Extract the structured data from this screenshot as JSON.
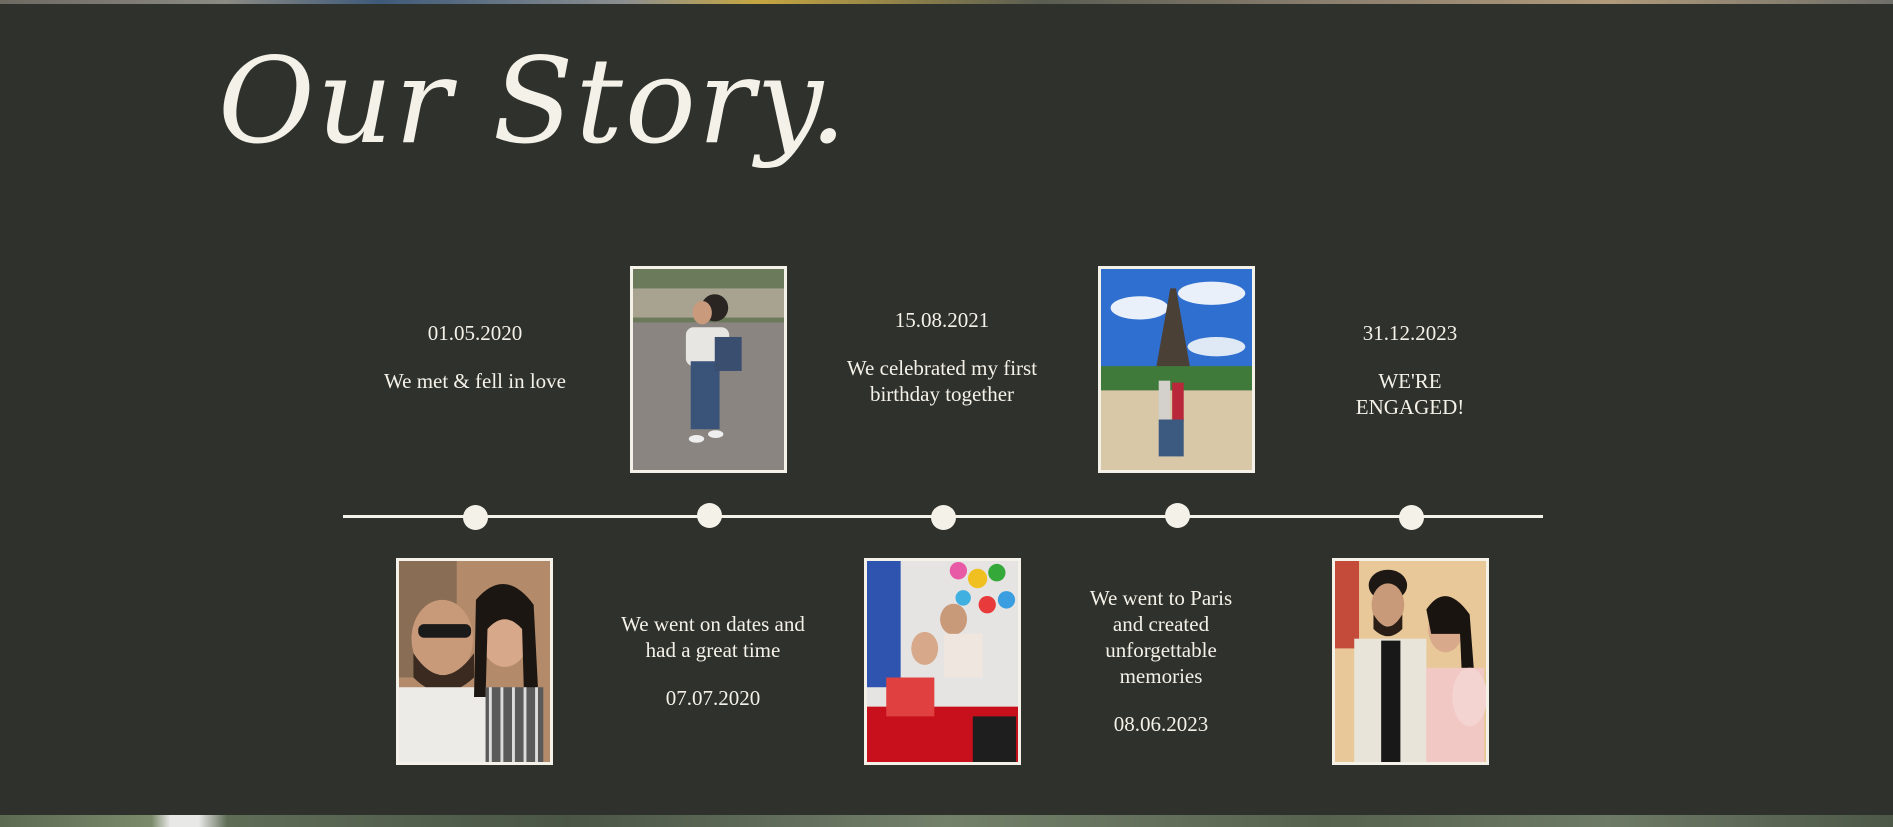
{
  "section_title": "Our Story....",
  "colors": {
    "background": "#2f312c",
    "foreground": "#f4f1e8"
  },
  "timeline": {
    "top_events": [
      {
        "date": "01.05.2020",
        "caption": "We met & fell in love"
      },
      {
        "date": "15.08.2021",
        "caption": "We celebrated my first birthday together"
      },
      {
        "date": "31.12.2023",
        "caption": "WE'RE ENGAGED!"
      }
    ],
    "bottom_events": [
      {
        "caption": "We went on dates and had a great time",
        "date": "07.07.2020"
      },
      {
        "caption": "We went to Paris and created unforgettable memories",
        "date": "08.06.2023"
      }
    ],
    "photos": [
      {
        "name": "couple-selfie-photo",
        "icon": "photo"
      },
      {
        "name": "piggyback-photo",
        "icon": "photo"
      },
      {
        "name": "birthday-photo",
        "icon": "photo"
      },
      {
        "name": "eiffel-tower-photo",
        "icon": "photo"
      },
      {
        "name": "engagement-photo",
        "icon": "photo"
      }
    ]
  }
}
